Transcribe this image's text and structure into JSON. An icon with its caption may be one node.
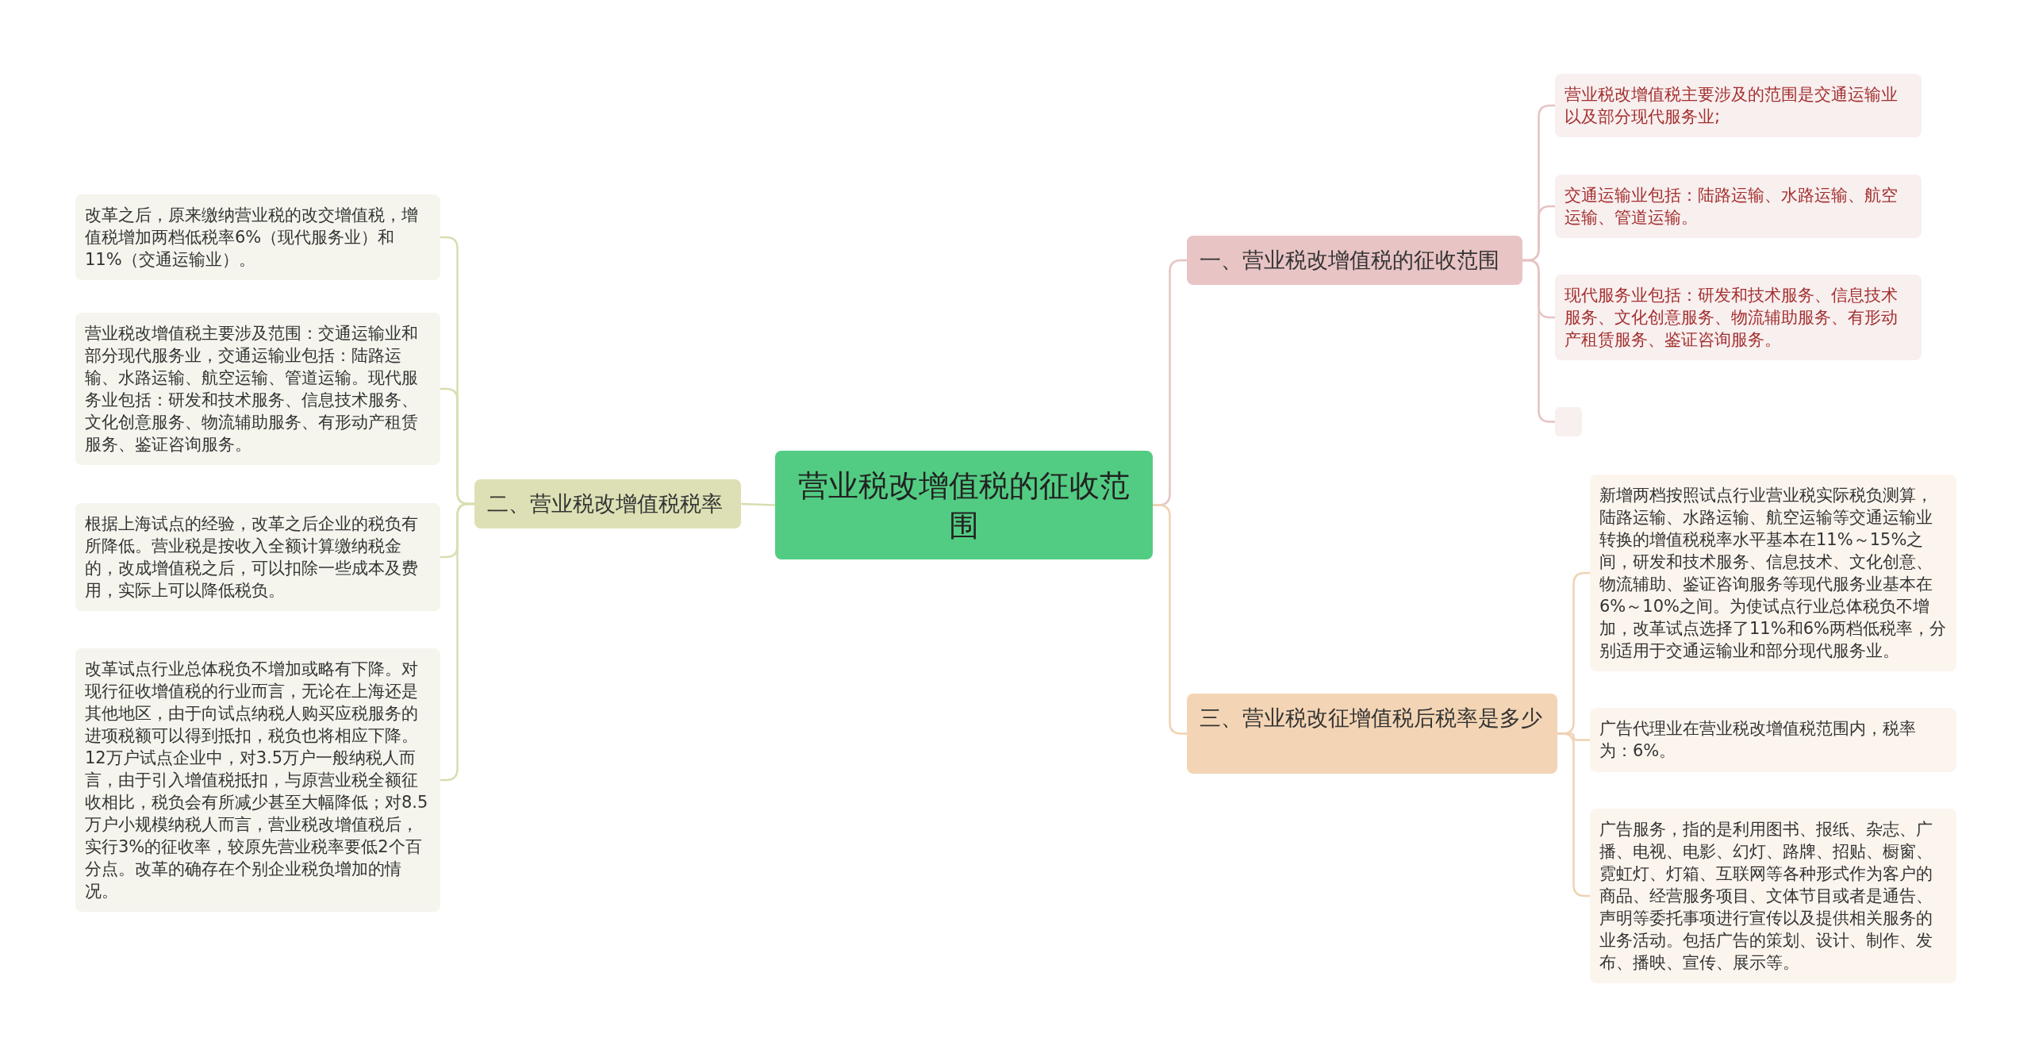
{
  "diagram": {
    "nodes": [
      {
        "text": [
          "营业税改增值税的征收范围"
        ]
      },
      {
        "text": [
          "一、营业税改增值税的征收范围"
        ]
      },
      {
        "text": [
          "营业税改增值税主要涉及的范围是交通运输业以及部分现代服务业;"
        ]
      },
      {
        "text": [
          "交通运输业包括：陆路运输、水路运输、航空运输、管道运输。"
        ]
      },
      {
        "text": [
          "现代服务业包括：研发和技术服务、信息技术服务、文化创意服务、物流辅助服务、有形动产租赁服务、鉴证咨询服务。"
        ]
      },
      {
        "text": [],
        "shape": "box"
      },
      {
        "text": [
          "二、营业税改增值税税率"
        ]
      },
      {
        "text": [
          "改革之后，原来缴纳营业税的改交增值税，增值税增加两档低税率6%（现代服务业）和11%（交通运输业）。"
        ]
      },
      {
        "text": [
          "营业税改增值税主要涉及范围：交通运输业和部分现代服务业，交通运输业包括：陆路运输、水路运输、航空运输、管道运输。现代服务业包括：研发和技术服务、信息技术服务、文化创意服务、物流辅助服务、有形动产租赁服务、鉴证咨询服务。"
        ]
      },
      {
        "text": [
          "根据上海试点的经验，改革之后企业的税负有所降低。营业税是按收入全额计算缴纳税金的，改成增值税之后，可以扣除一些成本及费用，实际上可以降低税负。"
        ]
      },
      {
        "text": [
          "改革试点行业总体税负不增加或略有下降。对现行征收增值税的行业而言，无论在上海还是其他地区，由于向试点纳税人购买应税服务的进项税额可以得到抵扣，税负也将相应下降。12万户试点企业中，对3.5万户一般纳税人而言，由于引入增值税抵扣，与原营业税全额征收相比，税负会有所减少甚至大幅降低；对8.5万户小规模纳税人而言，营业税改增值税后，实行3%的征收率，较原先营业税率要低2个百分点。改革的确存在个别企业税负增加的情况。"
        ]
      },
      {
        "text": [
          "三、营业税改征增值税后税率是多少"
        ]
      },
      {
        "text": [
          "新增两档按照试点行业营业税实际税负测算，陆路运输、水路运输、航空运输等交通运输业转换的增值税税率水平基本在11%～15%之间，研发和技术服务、信息技术、文化创意、物流辅助、鉴证咨询服务等现代服务业基本在6%～10%之间。为使试点行业总体税负不增加，改革试点选择了11%和6%两档低税率，分别适用于交通运输业和部分现代服务业。"
        ]
      },
      {
        "text": [
          "广告代理业在营业税改增值税范围内，税率为：6%。"
        ]
      },
      {
        "text": [
          "广告服务，指的是利用图书、报纸、杂志、广播、电视、电影、幻灯、路牌、招贴、橱窗、霓虹灯、灯箱、互联网等各种形式作为客户的商品、经营服务项目、文体节目或者是通告、声明等委托事项进行宣传以及提供相关服务的业务活动。包括广告的策划、设计、制作、发布、播映、宣传、展示等。"
        ]
      }
    ],
    "edges": [
      {
        "from": 0,
        "to": 1,
        "arrow": "none",
        "color": "#e6c3c3"
      },
      {
        "from": 1,
        "to": 2,
        "arrow": "none",
        "color": "#e6c3c3"
      },
      {
        "from": 1,
        "to": 3,
        "arrow": "none",
        "color": "#e6c3c3"
      },
      {
        "from": 1,
        "to": 4,
        "arrow": "none",
        "color": "#e6c3c3"
      },
      {
        "from": 1,
        "to": 5,
        "arrow": "none",
        "color": "#e6c3c3"
      },
      {
        "from": 0,
        "to": 6,
        "arrow": "none",
        "color": "#d9ddb0"
      },
      {
        "from": 6,
        "to": 7,
        "arrow": "none",
        "color": "#d9ddb0"
      },
      {
        "from": 6,
        "to": 8,
        "arrow": "none",
        "color": "#d9ddb0"
      },
      {
        "from": 6,
        "to": 9,
        "arrow": "none",
        "color": "#d9ddb0"
      },
      {
        "from": 6,
        "to": 10,
        "arrow": "none",
        "color": "#d9ddb0"
      },
      {
        "from": 0,
        "to": 11,
        "arrow": "none",
        "color": "#efd2b3"
      },
      {
        "from": 11,
        "to": 12,
        "arrow": "none",
        "color": "#efd2b3"
      },
      {
        "from": 11,
        "to": 13,
        "arrow": "none",
        "color": "#efd2b3"
      },
      {
        "from": 11,
        "to": 14,
        "arrow": "none",
        "color": "#efd2b3"
      }
    ]
  }
}
